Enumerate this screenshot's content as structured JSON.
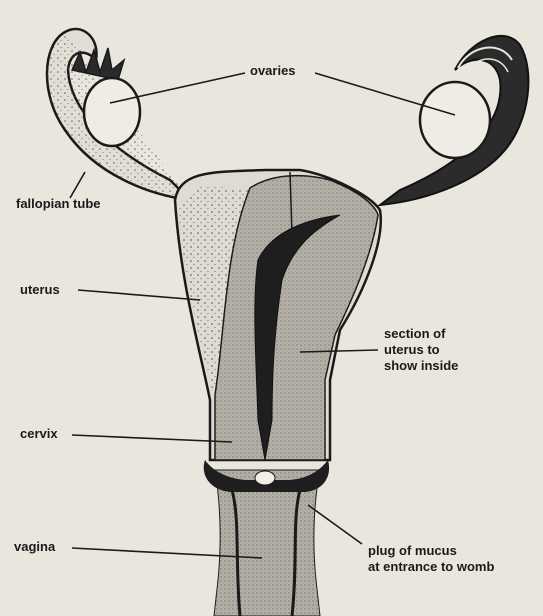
{
  "diagram": {
    "labels": {
      "ovaries": "ovaries",
      "fallopian_tube": "fallopian tube",
      "uterus": "uterus",
      "section_line1": "section of",
      "section_line2": "uterus to",
      "section_line3": "show inside",
      "cervix": "cervix",
      "vagina": "vagina",
      "plug_line1": "plug of mucus",
      "plug_line2": "at entrance to womb"
    },
    "colors": {
      "paper": "#e9e6de",
      "ink": "#1a1a1a",
      "tissue_section": "#b5b1a7",
      "tissue_light": "#dcd8cf"
    }
  }
}
